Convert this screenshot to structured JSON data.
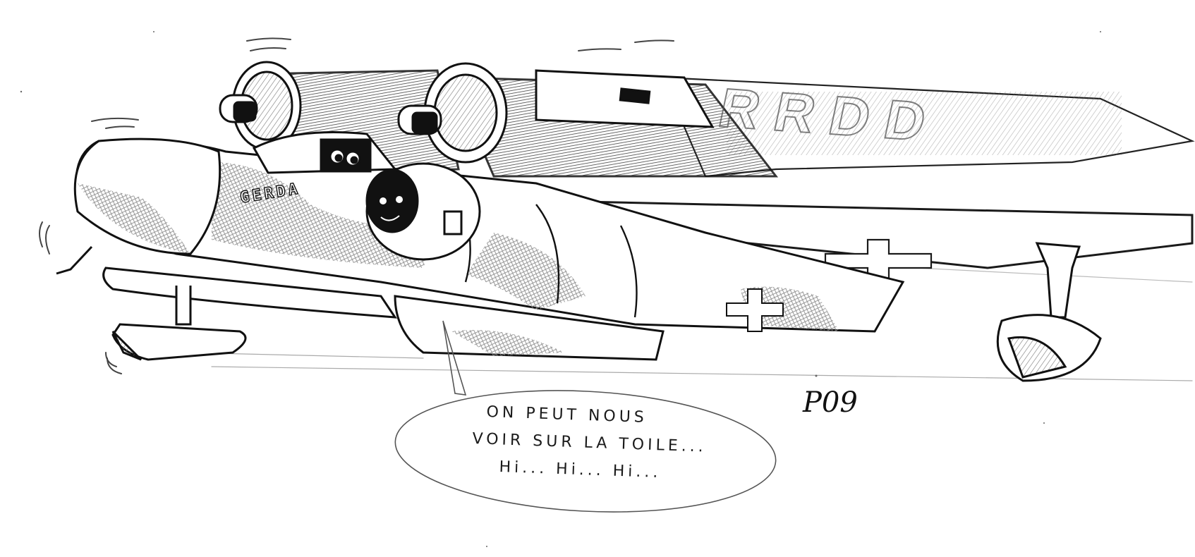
{
  "artwork": {
    "type": "pencil sketch",
    "subject": "cartoon floatplane with two top-mounted engines and a face in the cockpit",
    "background_color": "#ffffff",
    "line_color": "#111111",
    "shade_color": "#8a8a8a"
  },
  "labels": {
    "nose_name": "GERDA",
    "tail_code": "RRDD",
    "signature": "P09"
  },
  "speech_bubble": {
    "lines": [
      "ON PEUT NOUS",
      "VOIR SUR LA TOILE...",
      "Hi... Hi... Hi..."
    ]
  }
}
